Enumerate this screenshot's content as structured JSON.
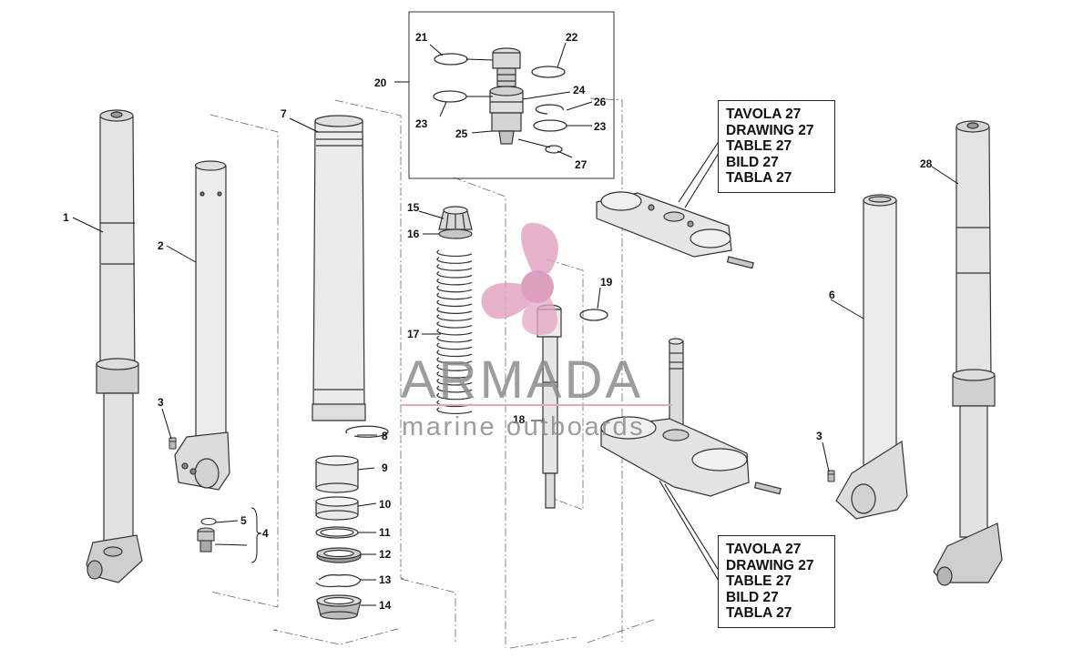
{
  "diagram": {
    "part_labels": {
      "p1": "1",
      "p2": "2",
      "p3a": "3",
      "p3b": "3",
      "p4": "4",
      "p5": "5",
      "p6": "6",
      "p7": "7",
      "p8": "8",
      "p9": "9",
      "p10": "10",
      "p11": "11",
      "p12": "12",
      "p13": "13",
      "p14": "14",
      "p15": "15",
      "p16": "16",
      "p17": "17",
      "p18": "18",
      "p19": "19",
      "p20": "20",
      "p21": "21",
      "p22": "22",
      "p23a": "23",
      "p23b": "23",
      "p24": "24",
      "p25": "25",
      "p26": "26",
      "p27": "27",
      "p28": "28"
    },
    "ref_box_top": [
      "TAVOLA 27",
      "DRAWING 27",
      "TABLE 27",
      "BILD 27",
      "TABLA 27"
    ],
    "ref_box_bottom": [
      "TAVOLA 27",
      "DRAWING 27",
      "TABLE 27",
      "BILD 27",
      "TABLA 27"
    ],
    "watermark": {
      "title": "ARMADA",
      "subtitle": "marine outboards",
      "logo_color": "#e3a6c3",
      "text_color": "#8c8c8c"
    }
  }
}
